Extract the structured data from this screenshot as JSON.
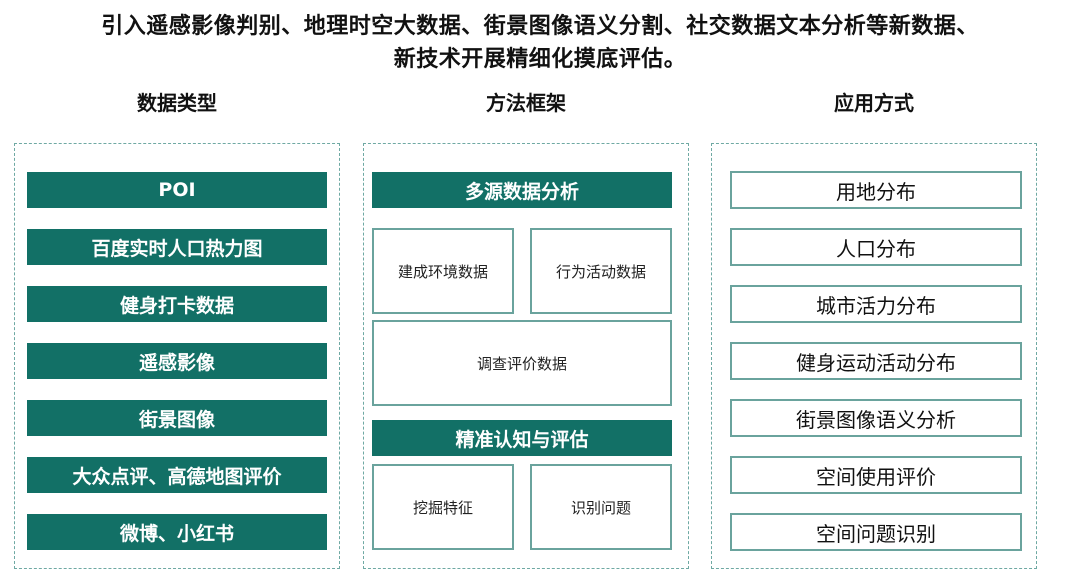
{
  "title": {
    "line1": "引入遥感影像判别、地理时空大数据、街景图像语义分割、社交数据文本分析等新数据、",
    "line2": "新技术开展精细化摸底评估。"
  },
  "columns": {
    "data_types": {
      "header": "数据类型",
      "items": [
        "POI",
        "百度实时人口热力图",
        "健身打卡数据",
        "遥感影像",
        "街景图像",
        "大众点评、高德地图评价",
        "微博、小红书"
      ]
    },
    "method": {
      "header": "方法框架",
      "section1_title": "多源数据分析",
      "box_built_env": "建成环境数据",
      "box_behavior": "行为活动数据",
      "box_survey": "调查评价数据",
      "section2_title": "精准认知与评估",
      "box_features": "挖掘特征",
      "box_problems": "识别问题"
    },
    "applications": {
      "header": "应用方式",
      "items": [
        "用地分布",
        "人口分布",
        "城市活力分布",
        "健身运动活动分布",
        "街景图像语义分析",
        "空间使用评价",
        "空间问题识别"
      ]
    }
  },
  "colors": {
    "dark_teal": "#127066",
    "light_teal_border": "#6aa39d",
    "dashed_border": "#6fa9a3"
  }
}
